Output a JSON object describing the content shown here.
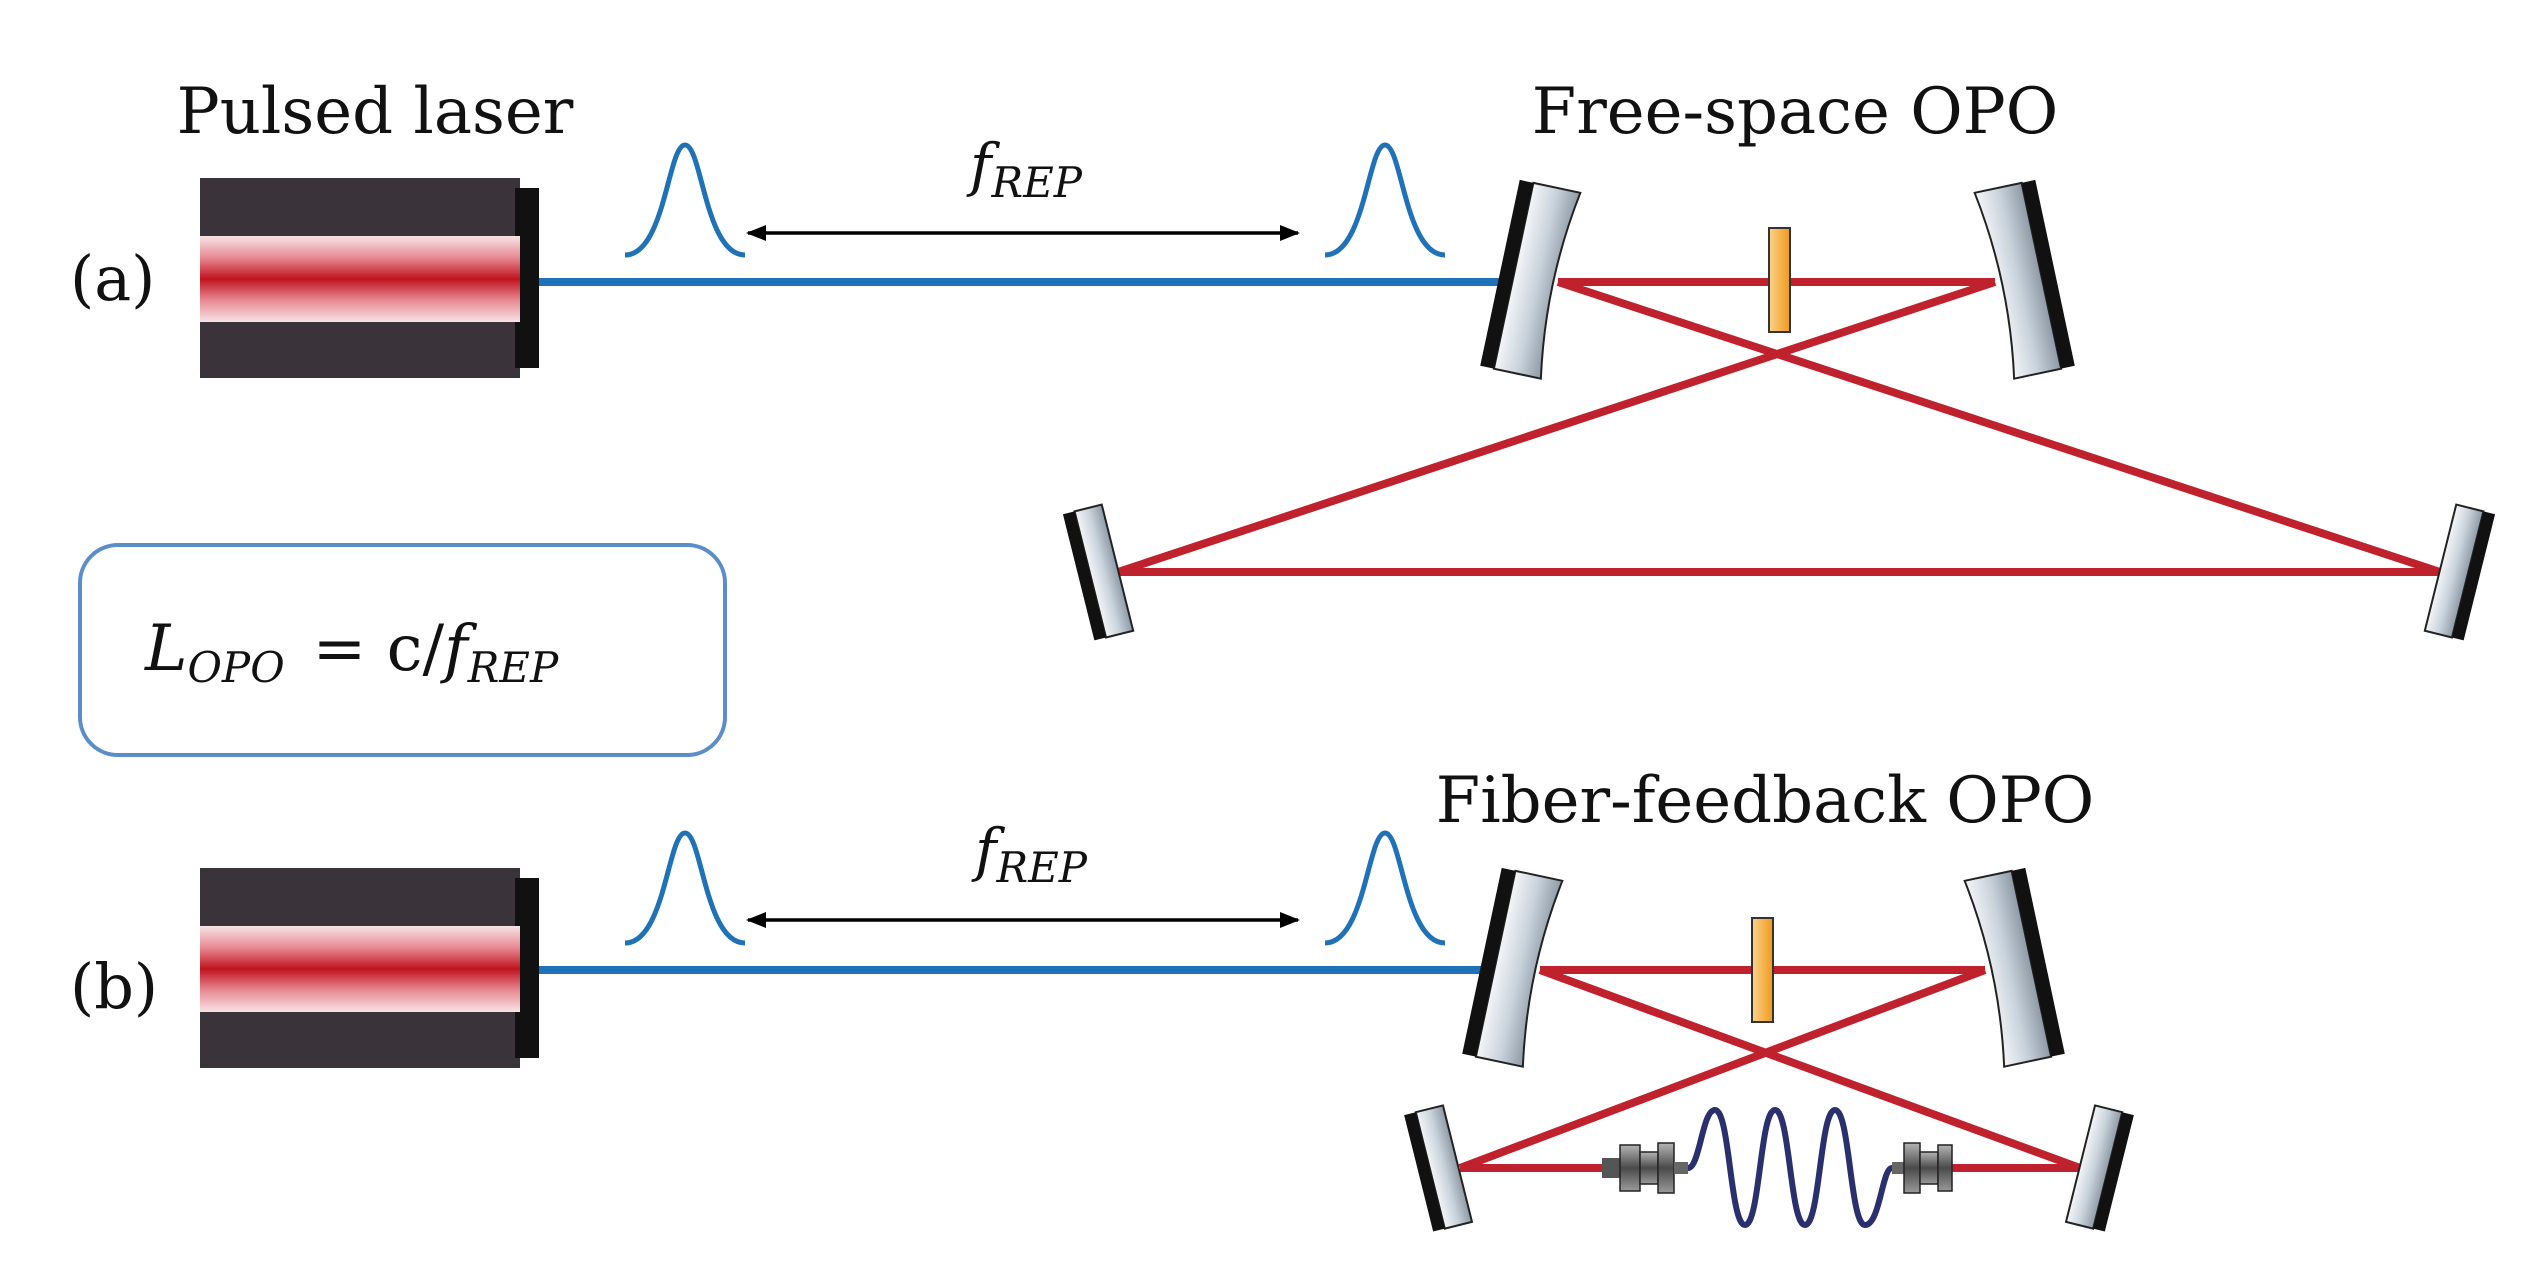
{
  "panel_a": {
    "title": "Pulsed laser",
    "label": "(a)",
    "rep_symbol": "f",
    "rep_subscript": "REP",
    "cavity_title": "Free-space OPO"
  },
  "formula": {
    "lhs": "L",
    "lhs_subscript": "OPO",
    "rhs": "= c/",
    "rhs_f": "f",
    "rhs_subscript": "REP"
  },
  "panel_b": {
    "label": "(b)",
    "rep_symbol": "f",
    "rep_subscript": "REP",
    "cavity_title": "Fiber-feedback OPO"
  },
  "colors": {
    "pump": "#1f72b8",
    "signal": "#c0222d",
    "crystal": "#f5a623",
    "laser_body": "#3a3339",
    "box_border": "#5b8dc9",
    "fiber": "#2a2f6e"
  }
}
